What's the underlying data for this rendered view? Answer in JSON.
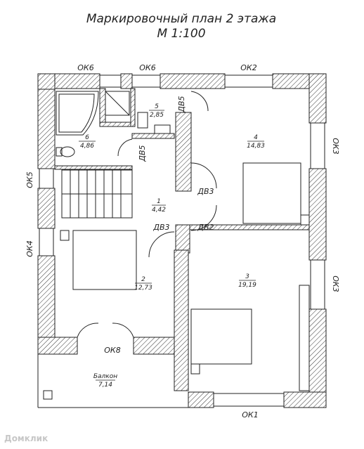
{
  "title": "Маркировочный план 2 этажа",
  "scale": "М 1:100",
  "windows": {
    "ok6_a": "ОК6",
    "ok6_b": "ОК6",
    "ok2": "ОК2",
    "ok3_a": "ОК3",
    "ok3_b": "ОК3",
    "ok5": "ОК5",
    "ok4": "ОК4",
    "ok8": "ОК8",
    "ok1": "ОК1"
  },
  "doors": {
    "dv5_a": "ДВ5",
    "dv5_b": "ДВ5",
    "dv3_a": "ДВ3",
    "dv3_b": "ДВ3",
    "dv2": "ДВ2"
  },
  "rooms": [
    {
      "num": "1",
      "area": "4,42"
    },
    {
      "num": "2",
      "area": "12,73"
    },
    {
      "num": "3",
      "area": "19,19"
    },
    {
      "num": "4",
      "area": "14,83"
    },
    {
      "num": "5",
      "area": "2,85"
    },
    {
      "num": "6",
      "area": "4,86"
    }
  ],
  "balcony": {
    "label": "Балкон",
    "area": "7,14"
  },
  "watermark": "Домклик",
  "colors": {
    "wall": "#333333",
    "line": "#222222",
    "background": "#ffffff"
  }
}
